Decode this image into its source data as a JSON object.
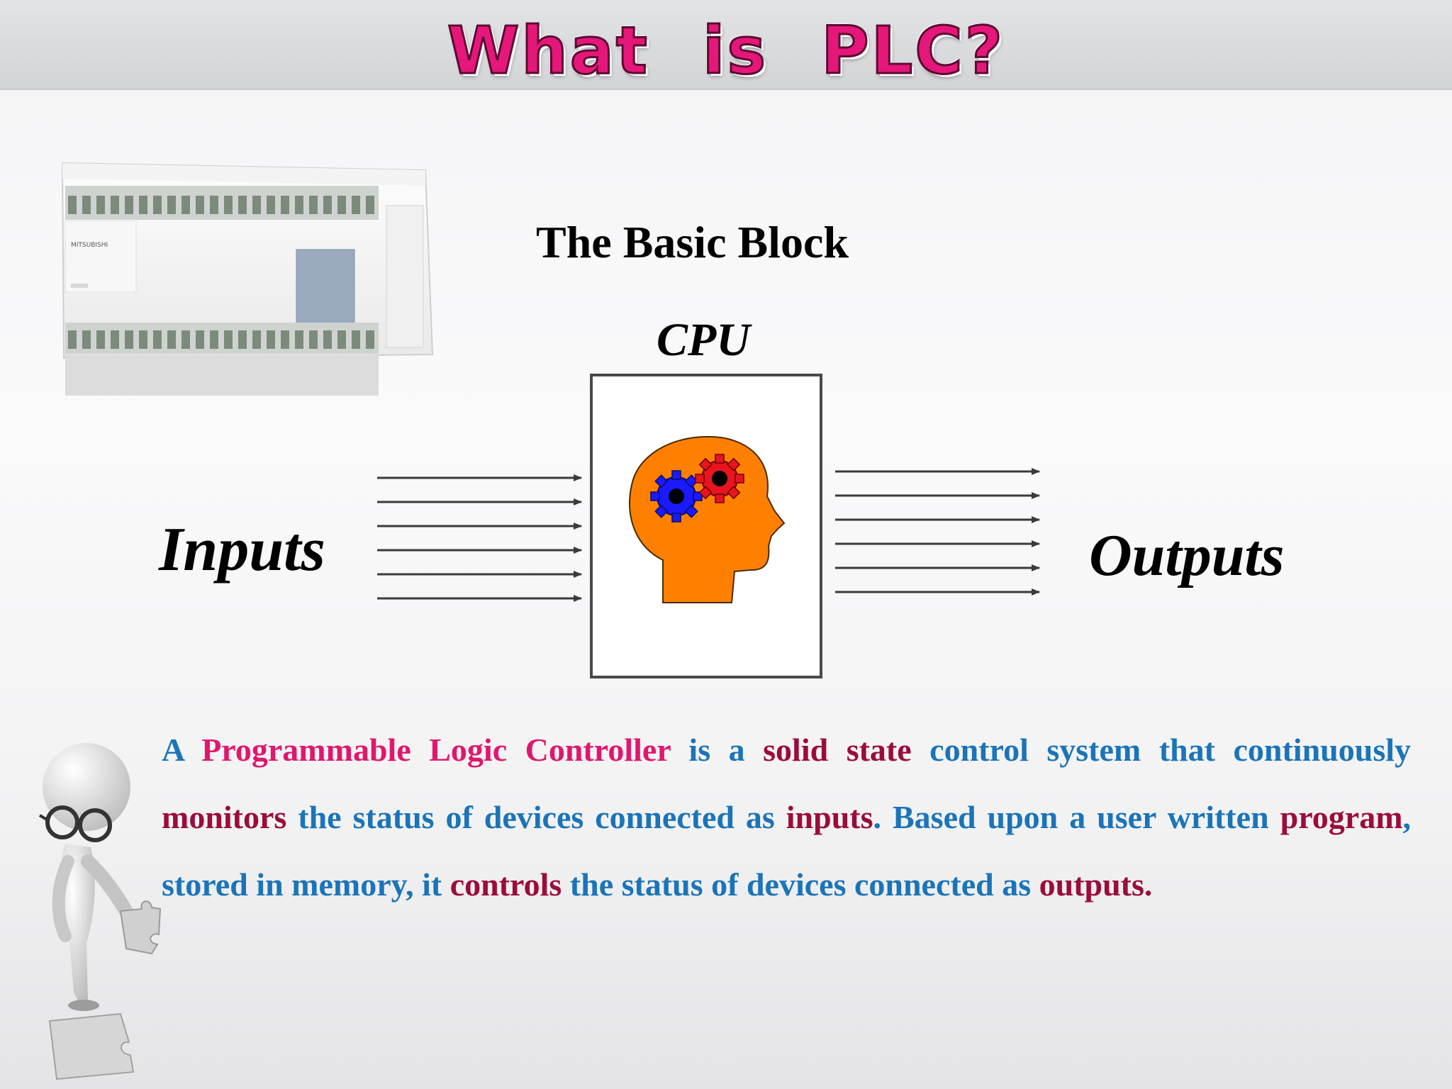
{
  "slide": {
    "title": "What is PLC?",
    "subtitle": "The Basic Block",
    "cpu_label": "CPU",
    "inputs_label": "Inputs",
    "outputs_label": "Outputs",
    "plc_brand": "MITSUBISHI"
  },
  "description": [
    {
      "text": "A ",
      "color": "blue"
    },
    {
      "text": "Programmable Logic Controller",
      "color": "pink"
    },
    {
      "text": " is a ",
      "color": "blue"
    },
    {
      "text": "solid state",
      "color": "maroon"
    },
    {
      "text": " control system that continuously ",
      "color": "blue"
    },
    {
      "text": "monitors",
      "color": "maroon"
    },
    {
      "text": " the status of devices connected as ",
      "color": "blue"
    },
    {
      "text": "inputs",
      "color": "maroon"
    },
    {
      "text": ".  Based upon a user written ",
      "color": "blue"
    },
    {
      "text": "program",
      "color": "maroon"
    },
    {
      "text": ", stored in memory, it ",
      "color": "blue"
    },
    {
      "text": "controls",
      "color": "maroon"
    },
    {
      "text": " the status of devices connected as ",
      "color": "blue"
    },
    {
      "text": "outputs",
      "color": "maroon"
    },
    {
      "text": ".",
      "color": "maroon"
    }
  ],
  "colors": {
    "title": "#e6177a",
    "blue_text": "#1b74b8",
    "pink_text": "#e0176d",
    "maroon_text": "#9b0c3c",
    "head": "#ff8000",
    "gear_blue": "#1a1aff",
    "gear_red": "#e8141e"
  },
  "icons": [
    "plc-device-icon",
    "head-gears-icon",
    "thinking-figure-icon",
    "puzzle-piece-icon"
  ]
}
